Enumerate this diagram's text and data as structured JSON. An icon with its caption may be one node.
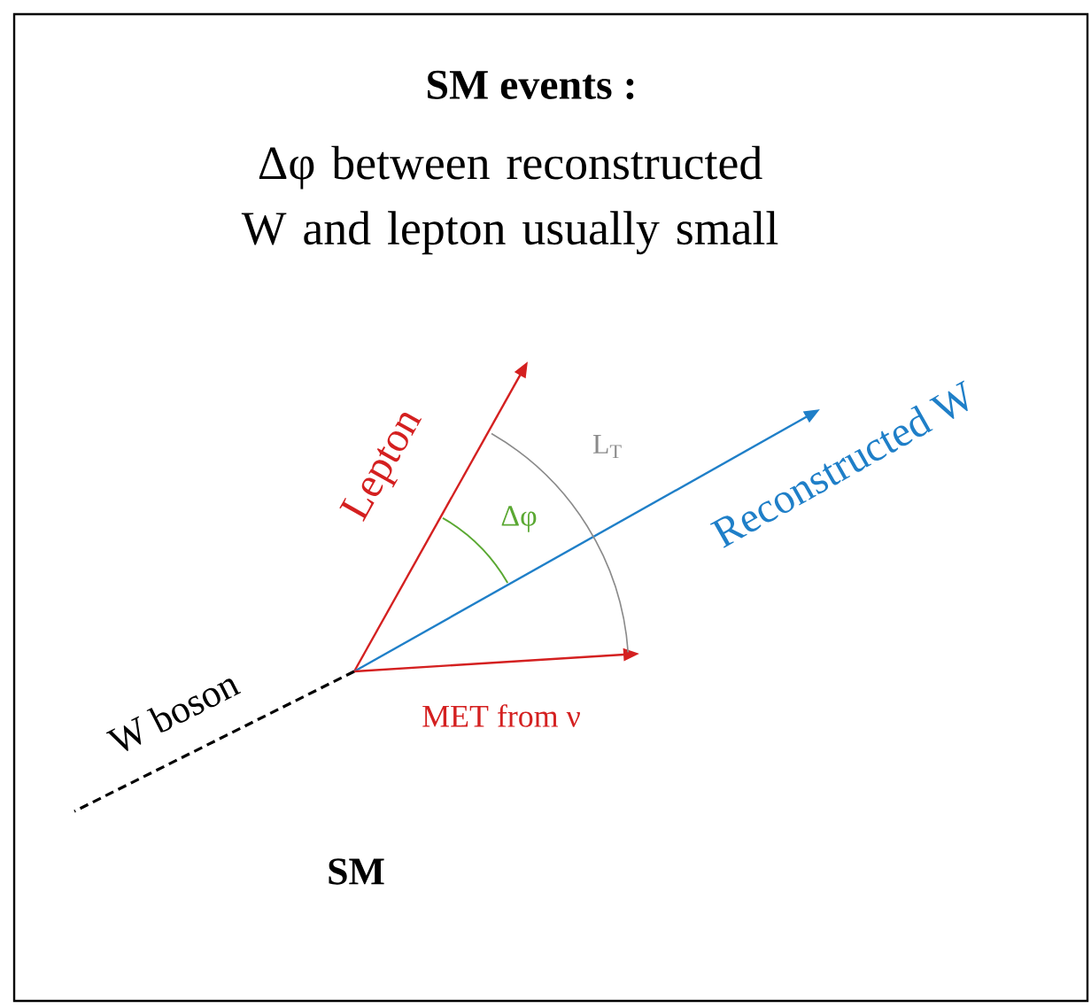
{
  "diagram": {
    "title": "SM events :",
    "labels": [
      "Δφ between reconstructed W and lepton usually small",
      "Reconstructed W",
      "L$_{T}$",
      "Lepton",
      "Δφ",
      "W boson",
      "MET from ν",
      "SM"
    ]
  }
}
